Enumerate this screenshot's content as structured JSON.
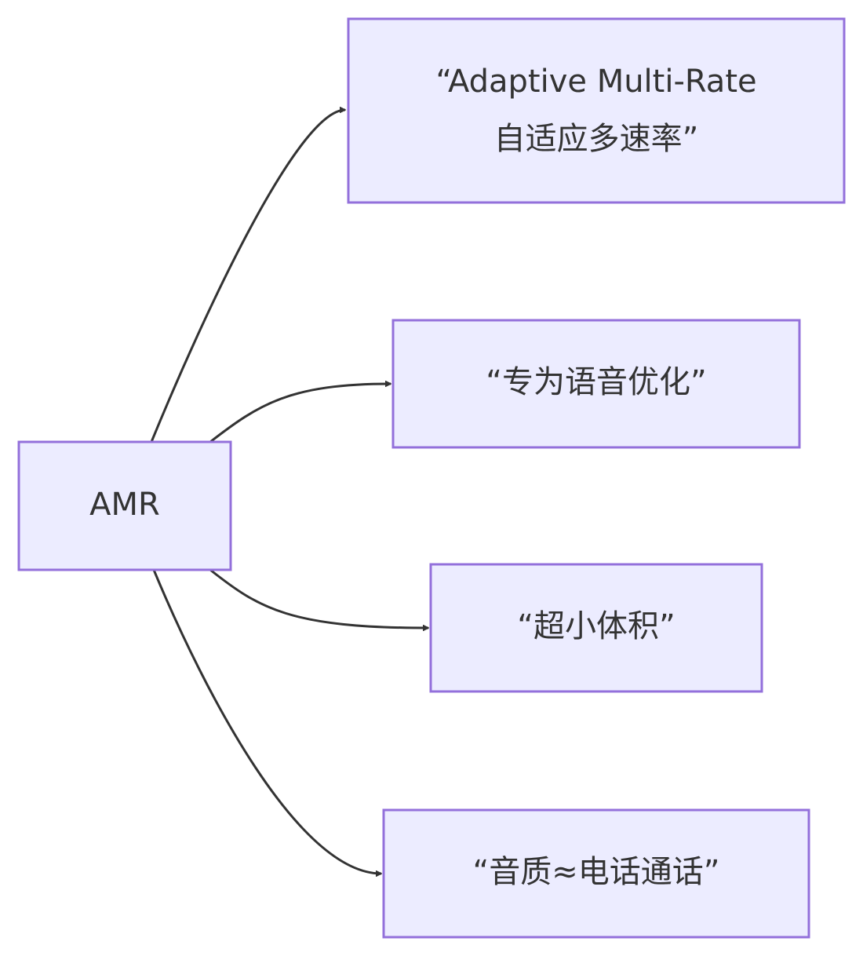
{
  "diagram": {
    "type": "flowchart",
    "direction": "left-to-right",
    "root": {
      "id": "amr",
      "label": "AMR"
    },
    "children": [
      {
        "id": "adaptive",
        "lines": [
          "“Adaptive Multi-Rate",
          "自适应多速率”"
        ]
      },
      {
        "id": "voice",
        "lines": [
          "“专为语音优化”"
        ]
      },
      {
        "id": "size",
        "lines": [
          "“超小体积”"
        ]
      },
      {
        "id": "quality",
        "lines": [
          "“音质≈电话通话”"
        ]
      }
    ],
    "edges": [
      {
        "from": "amr",
        "to": "adaptive"
      },
      {
        "from": "amr",
        "to": "voice"
      },
      {
        "from": "amr",
        "to": "size"
      },
      {
        "from": "amr",
        "to": "quality"
      }
    ],
    "colors": {
      "node_fill": "#ececff",
      "node_stroke": "#9370db",
      "edge": "#333333",
      "text": "#333333"
    }
  }
}
